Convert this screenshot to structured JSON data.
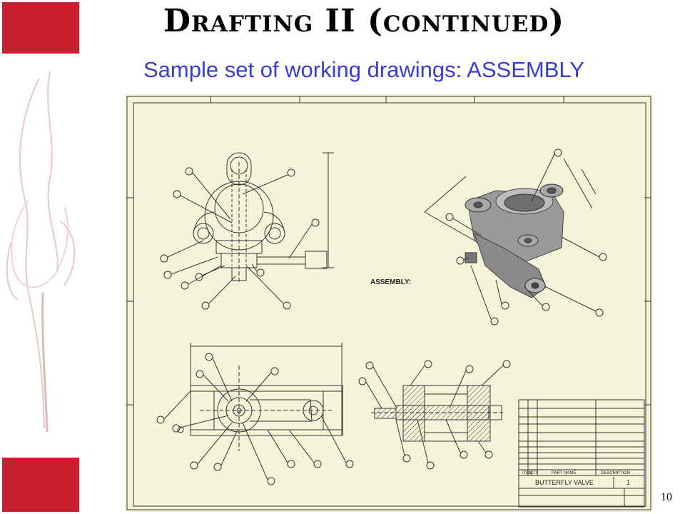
{
  "slide": {
    "title": "Drafting II (continued)",
    "subtitle": "Sample set of working drawings: ASSEMBLY",
    "page_number": "10"
  },
  "drawing": {
    "note_title": "ASSEMBLY:",
    "title_block": {
      "name": "BUTTERFLY VALVE",
      "sheet": "1",
      "header": [
        "ITEM",
        "QTY",
        "PART NAME",
        "DESCRIPTION"
      ]
    }
  },
  "colors": {
    "accent_red": "#c8202e",
    "subtitle_blue": "#3a3ad4",
    "paper": "#f6f4d8"
  }
}
